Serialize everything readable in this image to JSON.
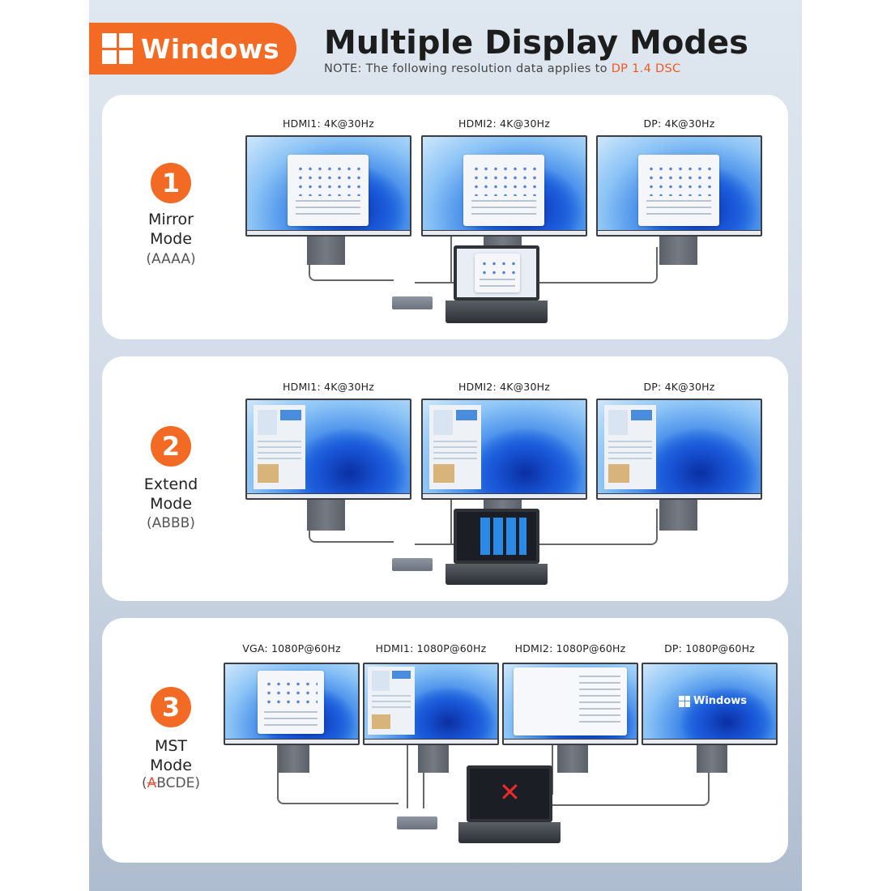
{
  "header": {
    "badge_label": "Windows",
    "title": "Multiple Display Modes",
    "note_prefix": "NOTE:  The following resolution data applies to ",
    "note_highlight": "DP 1.4 DSC"
  },
  "modes": [
    {
      "number": "1",
      "name_line1": "Mirror",
      "name_line2": "Mode",
      "code": "(AAAA)",
      "displays": [
        "HDMI1: 4K@30Hz",
        "HDMI2: 4K@30Hz",
        "DP: 4K@30Hz"
      ]
    },
    {
      "number": "2",
      "name_line1": "Extend",
      "name_line2": "Mode",
      "code": "(ABBB)",
      "displays": [
        "HDMI1: 4K@30Hz",
        "HDMI2: 4K@30Hz",
        "DP: 4K@30Hz"
      ]
    },
    {
      "number": "3",
      "name_line1": "MST",
      "name_line2": "Mode",
      "code_open": "(",
      "code_struck": "A",
      "code_rest": "BCDE)",
      "displays": [
        "VGA: 1080P@60Hz",
        "HDMI1: 1080P@60Hz",
        "HDMI2: 1080P@60Hz",
        "DP: 1080P@60Hz"
      ],
      "screen_logo": "Windows"
    }
  ],
  "colors": {
    "accent": "#f26a24",
    "note_highlight": "#f05a22",
    "disabled_mark": "#ea2a2a"
  },
  "icons": {
    "badge": "windows-logo-icon",
    "laptop_disabled": "x-mark-icon"
  }
}
